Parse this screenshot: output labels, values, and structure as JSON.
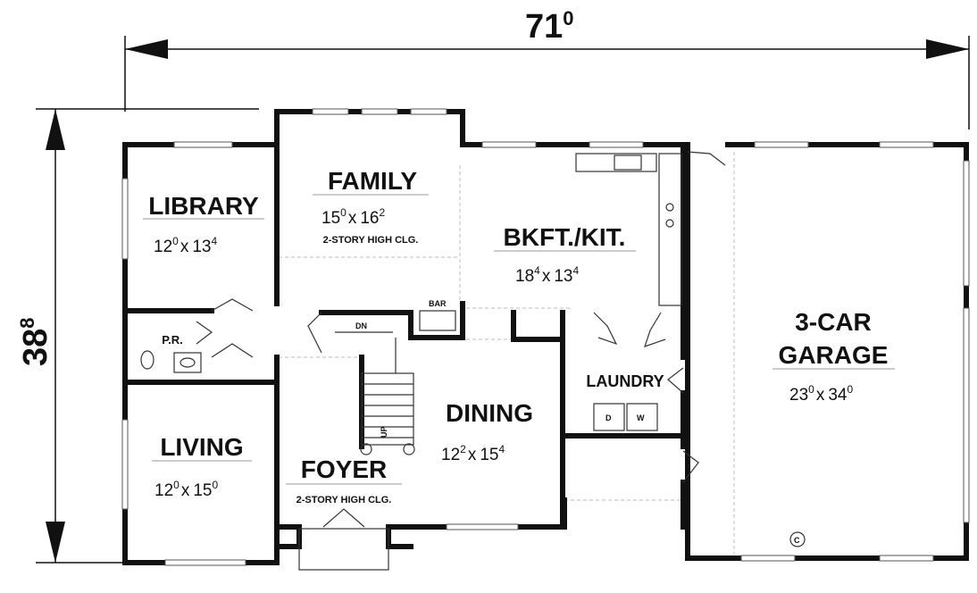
{
  "overall": {
    "width": "71",
    "width_sup": "0",
    "depth": "38",
    "depth_sup": "8"
  },
  "rooms": {
    "library": {
      "name": "LIBRARY",
      "w": "12",
      "w_sup": "0",
      "d": "13",
      "d_sup": "4"
    },
    "family": {
      "name": "FAMILY",
      "w": "15",
      "w_sup": "0",
      "d": "16",
      "d_sup": "2",
      "note": "2-STORY HIGH CLG."
    },
    "kitchen": {
      "name": "BKFT./KIT.",
      "w": "18",
      "w_sup": "4",
      "d": "13",
      "d_sup": "4"
    },
    "garage": {
      "name1": "3-CAR",
      "name2": "GARAGE",
      "w": "23",
      "w_sup": "0",
      "d": "34",
      "d_sup": "0"
    },
    "living": {
      "name": "LIVING",
      "w": "12",
      "w_sup": "0",
      "d": "15",
      "d_sup": "0"
    },
    "foyer": {
      "name": "FOYER",
      "note": "2-STORY HIGH CLG."
    },
    "dining": {
      "name": "DINING",
      "w": "12",
      "w_sup": "2",
      "d": "15",
      "d_sup": "4"
    },
    "laundry": {
      "name": "LAUNDRY"
    },
    "powder": {
      "name": "P.R."
    }
  },
  "labels": {
    "bar": "BAR",
    "dn": "DN",
    "up": "UP",
    "dryer": "D",
    "washer": "W",
    "c": "C"
  },
  "x": "x"
}
